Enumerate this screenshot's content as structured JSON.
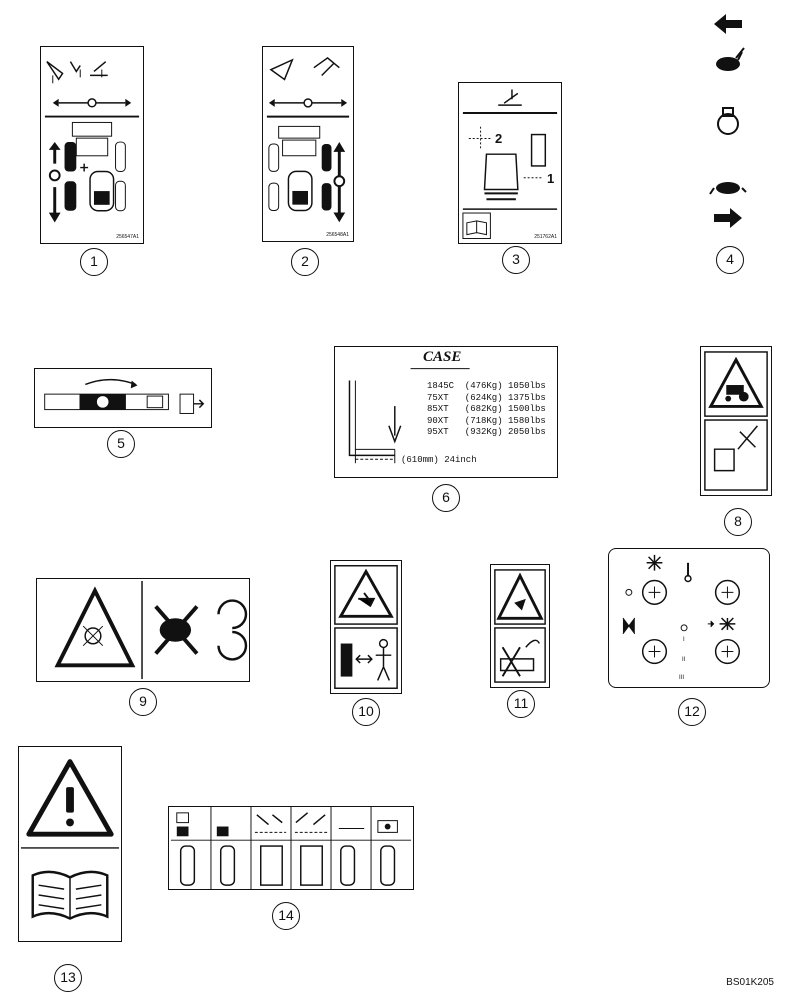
{
  "figure_code": "BS01K205",
  "items": [
    {
      "number": "1",
      "part_no": "256547A1"
    },
    {
      "number": "2",
      "part_no": "256548A1"
    },
    {
      "number": "3",
      "part_no": "251762A1",
      "arrow_labels": [
        "2",
        "1"
      ]
    },
    {
      "number": "4"
    },
    {
      "number": "5"
    },
    {
      "number": "6",
      "brand": "CASE",
      "capacity_rows": [
        "1845C  (476Kg) 1050lbs",
        "75XT   (624Kg) 1375lbs",
        "85XT   (682Kg) 1500lbs",
        "90XT   (718Kg) 1580lbs",
        "95XT   (932Kg) 2050lbs"
      ],
      "dimension": "(610mm) 24inch"
    },
    {
      "number": "8"
    },
    {
      "number": "9"
    },
    {
      "number": "10"
    },
    {
      "number": "11"
    },
    {
      "number": "12",
      "roman_labels": [
        "I",
        "II",
        "III"
      ]
    },
    {
      "number": "13"
    },
    {
      "number": "14"
    }
  ]
}
